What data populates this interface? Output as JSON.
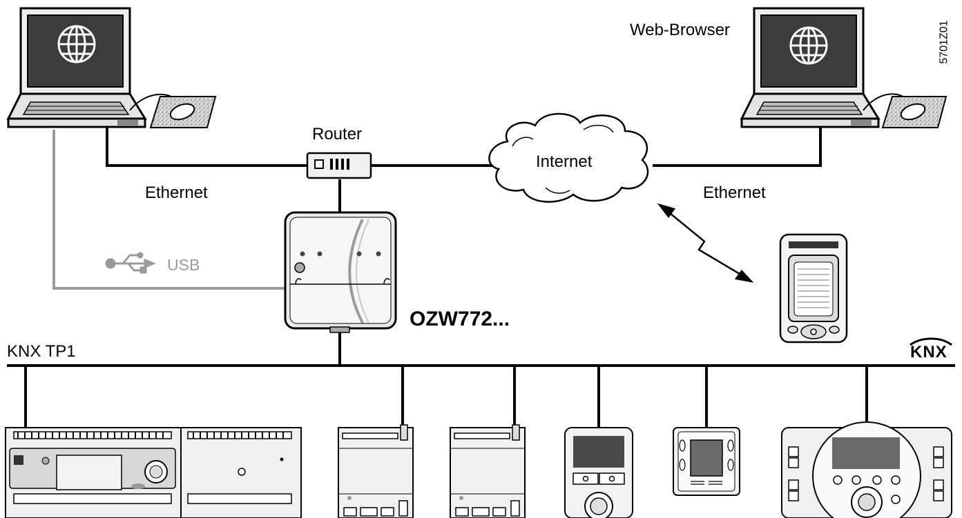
{
  "labels": {
    "web_browser": "Web-Browser",
    "router": "Router",
    "internet": "Internet",
    "ethernet_left": "Ethernet",
    "ethernet_right": "Ethernet",
    "usb": "USB",
    "gateway": "OZW772...",
    "bus": "KNX TP1",
    "doc_code": "5701Z01",
    "knx_logo": "KNX"
  },
  "colors": {
    "line": "#000000",
    "usb_cable": "#9a9a9a",
    "device_fill": "#f0f0f0",
    "screen": "#3c3c3c"
  }
}
